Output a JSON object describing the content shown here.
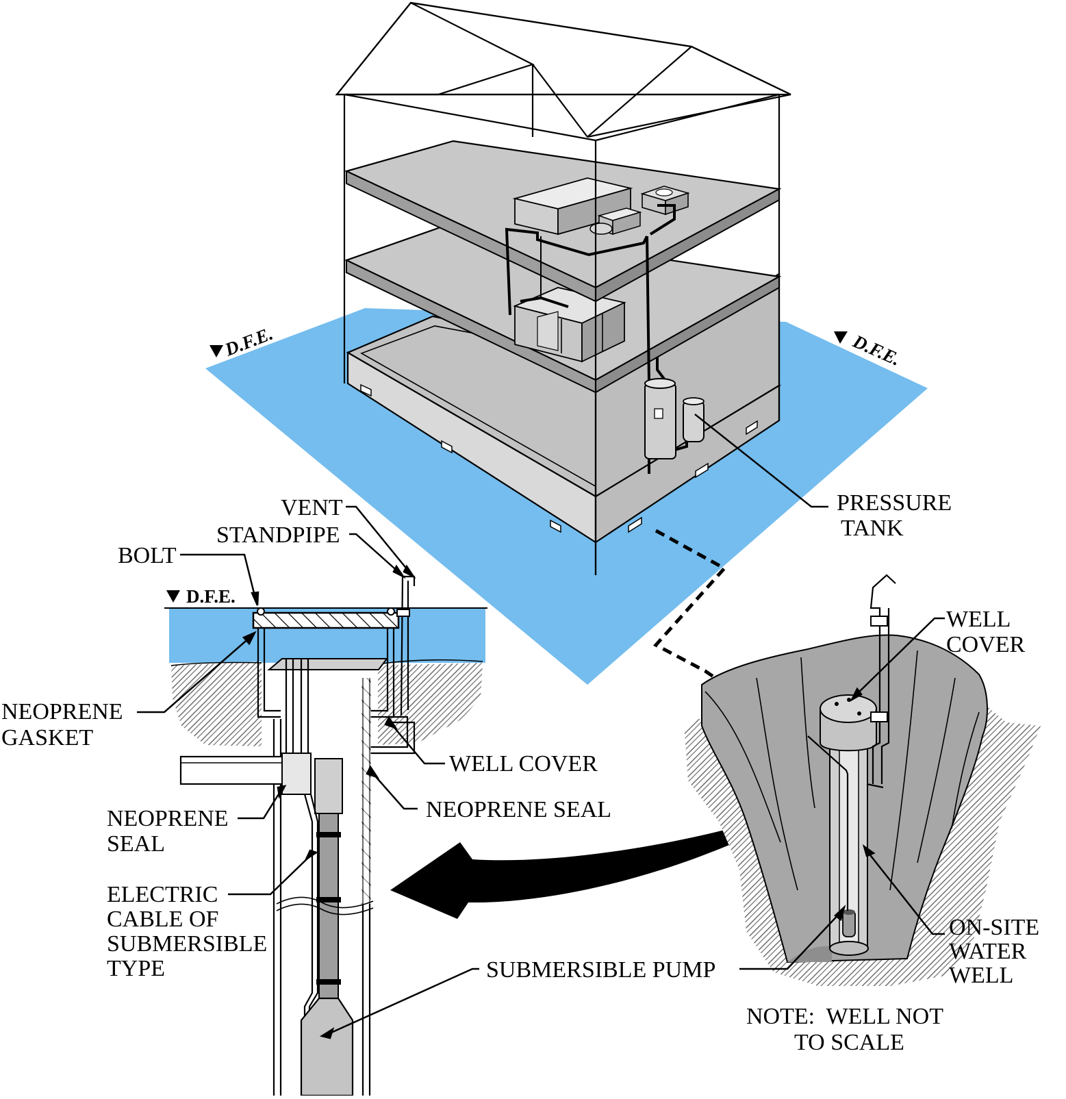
{
  "colors": {
    "flood_water": "#74bdee",
    "slab_gray": "#bdbdbd",
    "slab_dark": "#9a9a9a",
    "appliance_gray": "#c9c9c9",
    "ground_hatch": "#7d7d7d",
    "rock_gray": "#a5a5a5"
  },
  "icons": [
    "dfe-triangle-icon",
    "callout-arrow-icon"
  ],
  "flood_markers": {
    "left": "D.F.E.",
    "right": "D.F.E.",
    "well_section": "D.F.E."
  },
  "labels": {
    "pressure_tank": [
      "PRESSURE",
      "TANK"
    ],
    "vent": "VENT",
    "standpipe": "STANDPIPE",
    "bolt": "BOLT",
    "neoprene_gasket": [
      "NEOPRENE",
      "GASKET"
    ],
    "well_cover_section": "WELL COVER",
    "neoprene_seal_right": "NEOPRENE SEAL",
    "neoprene_seal_left": [
      "NEOPRENE",
      "SEAL"
    ],
    "electric_cable": [
      "ELECTRIC",
      "CABLE OF",
      "SUBMERSIBLE",
      "TYPE"
    ],
    "submersible_pump": "SUBMERSIBLE PUMP",
    "well_cover_detail": [
      "WELL",
      "COVER"
    ],
    "on_site_water_well": [
      "ON-SITE",
      "WATER",
      "WELL"
    ],
    "note": [
      "NOTE:  WELL NOT",
      "TO SCALE"
    ]
  }
}
